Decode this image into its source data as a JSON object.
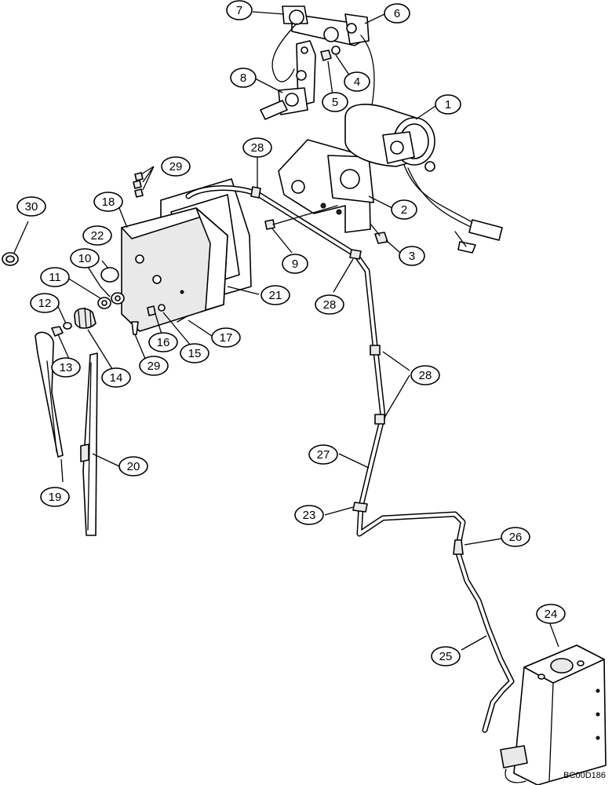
{
  "callouts": [
    {
      "label": "1"
    },
    {
      "label": "2"
    },
    {
      "label": "3"
    },
    {
      "label": "4"
    },
    {
      "label": "5"
    },
    {
      "label": "6"
    },
    {
      "label": "7"
    },
    {
      "label": "8"
    },
    {
      "label": "9"
    },
    {
      "label": "10"
    },
    {
      "label": "11"
    },
    {
      "label": "12"
    },
    {
      "label": "13"
    },
    {
      "label": "14"
    },
    {
      "label": "15"
    },
    {
      "label": "16"
    },
    {
      "label": "17"
    },
    {
      "label": "18"
    },
    {
      "label": "19"
    },
    {
      "label": "20"
    },
    {
      "label": "21"
    },
    {
      "label": "22"
    },
    {
      "label": "23"
    },
    {
      "label": "24"
    },
    {
      "label": "25"
    },
    {
      "label": "26"
    },
    {
      "label": "27"
    },
    {
      "label": "28"
    },
    {
      "label": "28"
    },
    {
      "label": "28"
    },
    {
      "label": "29"
    },
    {
      "label": "29"
    },
    {
      "label": "30"
    }
  ],
  "figure_code": "BC00D186"
}
